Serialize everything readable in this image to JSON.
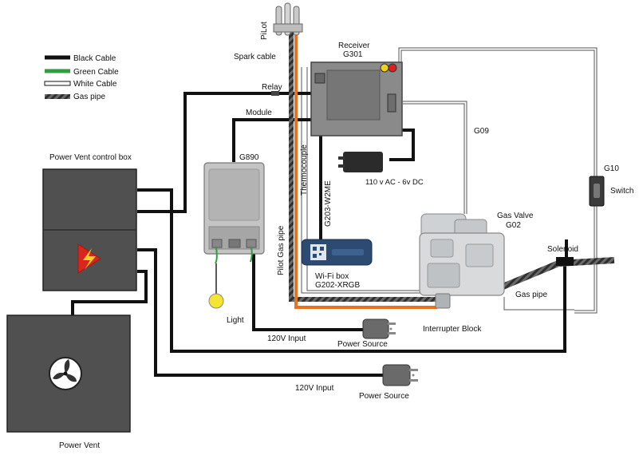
{
  "legend": {
    "black_cable": "Black Cable",
    "green_cable": "Green Cable",
    "white_cable": "White Cable",
    "gas_pipe": "Gas pipe"
  },
  "labels": {
    "pilot": "PiLot",
    "spark_cable": "Spark cable",
    "receiver": "Receiver",
    "receiver_model": "G301",
    "relay": "Relay",
    "module": "Module",
    "power_vent_control_box": "Power Vent control box",
    "g890": "G890",
    "thermocouple": "Thermocouple",
    "pilot_gas_pipe": "Pilot Gas pipe",
    "adapter": "110 v AC - 6v DC",
    "g203": "G203-W2ME",
    "g09": "G09",
    "g10": "G10",
    "switch": "Switch",
    "gas_valve": "Gas Valve",
    "gas_valve_model": "G02",
    "solenoid": "Solenoid",
    "gas_pipe": "Gas pipe",
    "wifi_box": "Wi-Fi box",
    "wifi_model": "G202-XRGB",
    "light": "Light",
    "interrupter_block": "Interrupter Block",
    "input_1": "120V Input",
    "power_source_1": "Power Source",
    "input_2": "120V Input",
    "power_source_2": "Power Source",
    "power_vent": "Power Vent"
  },
  "colors": {
    "black_cable": "#111111",
    "green_cable": "#2e9e3e",
    "white_cable": "#ffffff",
    "gas_pipe": "#444444",
    "orange_pipe": "#e8721f",
    "box_fill": "#505050",
    "light_bulb": "#f5e431",
    "receiver_indicator_yellow": "#f2d21b",
    "receiver_indicator_red": "#d82222",
    "hazard_red": "#d8261c",
    "wifi_blue": "#2d4a73"
  }
}
